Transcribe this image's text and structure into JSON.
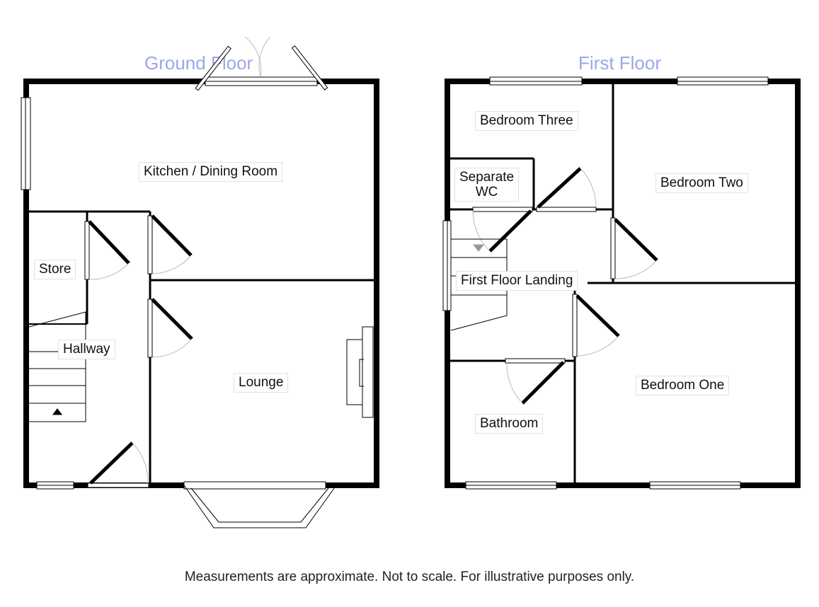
{
  "ground_floor": {
    "title": "Ground Floor",
    "rooms": {
      "kitchen": "Kitchen / Dining Room",
      "store": "Store",
      "hallway": "Hallway",
      "lounge": "Lounge"
    }
  },
  "first_floor": {
    "title": "First Floor",
    "rooms": {
      "bedroom_three": "Bedroom Three",
      "separate_wc": "Separate\nWC",
      "bedroom_two": "Bedroom Two",
      "landing": "First Floor Landing",
      "bathroom": "Bathroom",
      "bedroom_one": "Bedroom One"
    }
  },
  "footer": "Measurements are approximate. Not to scale. For illustrative purposes only.",
  "colors": {
    "wall": "#000000",
    "title": "#9ea6e8",
    "door_swing": "#bbbbbb"
  }
}
